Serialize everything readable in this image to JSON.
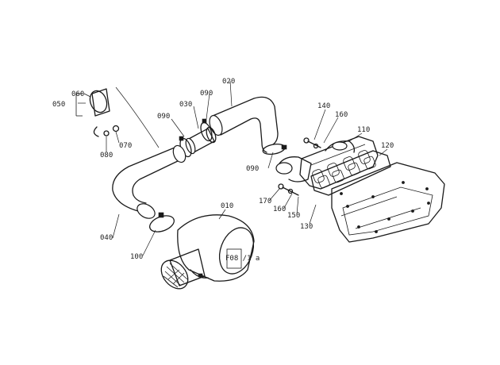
{
  "diagram": {
    "callouts": {
      "c010": "010",
      "c020": "020",
      "c030": "030",
      "c040": "040",
      "c050": "050",
      "c060": "060",
      "c070": "070",
      "c080": "080",
      "c090a": "090",
      "c090b": "090",
      "c090c": "090",
      "c100": "100",
      "c110": "110",
      "c120": "120",
      "c130": "130",
      "c140": "140",
      "c150": "150",
      "c160a": "160",
      "c160b": "160",
      "c170": "170"
    },
    "filter_label": "F08 /1 a"
  }
}
